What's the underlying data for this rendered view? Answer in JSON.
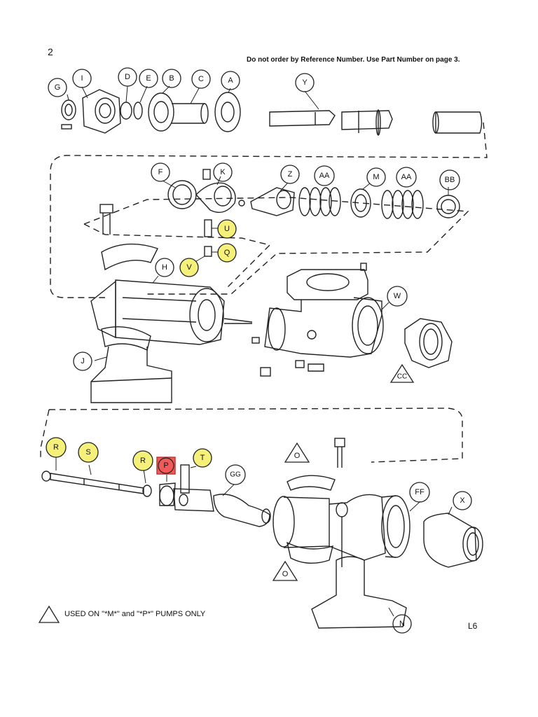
{
  "page": {
    "number": "2",
    "order_note": "Do not order by Reference Number. Use Part Number on page 3.",
    "footnote": "USED ON \"*M*\" and \"*P*\" PUMPS ONLY",
    "drawing_code": "L6"
  },
  "colors": {
    "highlight_yellow": "#f4f07a",
    "highlight_red": "#f05a5a",
    "line": "#222222"
  },
  "parts": {
    "G": "G",
    "I": "I",
    "D": "D",
    "E": "E",
    "B": "B",
    "C": "C",
    "A": "A",
    "Y": "Y",
    "F": "F",
    "K": "K",
    "Z": "Z",
    "AA": "AA",
    "M": "M",
    "AA2": "AA",
    "BB": "BB",
    "U": "U",
    "Q": "Q",
    "V": "V",
    "H": "H",
    "W": "W",
    "J": "J",
    "CC": "CC",
    "R": "R",
    "S": "S",
    "R2": "R",
    "P": "P",
    "T": "T",
    "GG": "GG",
    "O": "O",
    "FF": "FF",
    "X": "X",
    "O2": "O",
    "N": "N"
  }
}
